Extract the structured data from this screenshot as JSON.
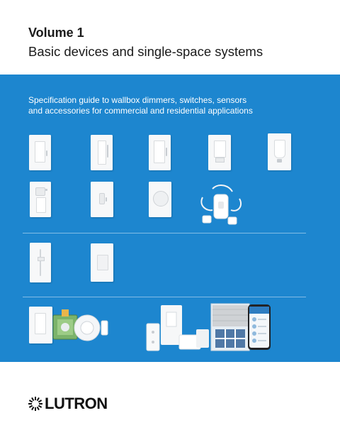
{
  "cover": {
    "volume_title": "Volume 1",
    "subtitle": "Basic devices and single-space systems",
    "intro_line1": "Specification guide to wallbox dimmers, switches, sensors",
    "intro_line2": "and accessories for commercial and residential applications"
  },
  "brand": {
    "logo_text": "LUTRON",
    "logo_icon": "sunburst-icon"
  },
  "colors": {
    "band": "#1d86cf",
    "text": "#1a1a1a",
    "intro_text": "#ffffff"
  },
  "phone_app": {
    "icon": "smartphone-icon"
  }
}
